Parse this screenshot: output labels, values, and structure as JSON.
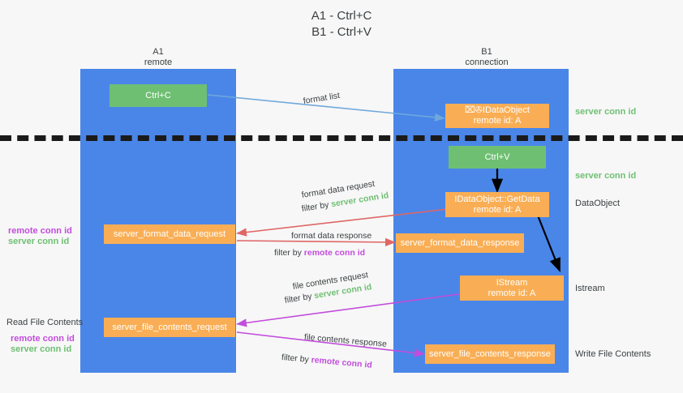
{
  "title": "A1 - Ctrl+C\nB1 - Ctrl+V",
  "colors": {
    "lane": "#4a86e8",
    "green_node": "#6fbf73",
    "orange_node": "#f9ae55",
    "server_conn_id": "#6fbf73",
    "remote_conn_id": "#c24ddc",
    "divider": "#1a1a1a",
    "background": "#f7f7f7",
    "arrow_blue": "#6fa8dc",
    "arrow_red": "#e06666",
    "arrow_magenta": "#c24ddc",
    "arrow_black": "#000000"
  },
  "lanes": [
    {
      "name": "A1",
      "subtitle": "remote",
      "header": "A1\nremote"
    },
    {
      "name": "B1",
      "subtitle": "connection",
      "header": "B1\nconnection"
    }
  ],
  "nodes": {
    "ctrl_c": "Ctrl+C",
    "ctrl_v": "Ctrl+V",
    "idataobject": "⌧✇IDataObject\nremote id: A",
    "idataobject_getdata": "IDataObject::GetData\nremote id: A",
    "istream": "IStream\nremote id: A",
    "server_format_data_request": "server_format_data_request",
    "server_format_data_response": "server_format_data_response",
    "server_file_contents_request": "server_file_contents_request",
    "server_file_contents_response": "server_file_contents_response"
  },
  "edge_labels": {
    "format_list": "format list",
    "format_data_request": "format data request",
    "format_data_request_filter_prefix": "filter by ",
    "format_data_request_filter_value": "server conn id",
    "format_data_response": "format data response",
    "format_data_response_filter_prefix": "filter by ",
    "format_data_response_filter_value": "remote conn id",
    "file_contents_request": "file contents request",
    "file_contents_request_filter_prefix": "filter by ",
    "file_contents_request_filter_value": "server conn id",
    "file_contents_response": "file contents response",
    "file_contents_response_filter_prefix": "filter by ",
    "file_contents_response_filter_value": "remote conn id"
  },
  "right_labels": {
    "server_conn_id_top": "server conn id",
    "server_conn_id_mid": "server conn id",
    "dataobject": "DataObject",
    "istream": "Istream",
    "write_file_contents": "Write File Contents"
  },
  "left_labels": {
    "remote_conn_id_upper": "remote conn id",
    "server_conn_id_upper": "server conn id",
    "read_file_contents": "Read File Contents",
    "remote_conn_id_lower": "remote conn id",
    "server_conn_id_lower": "server conn id"
  }
}
